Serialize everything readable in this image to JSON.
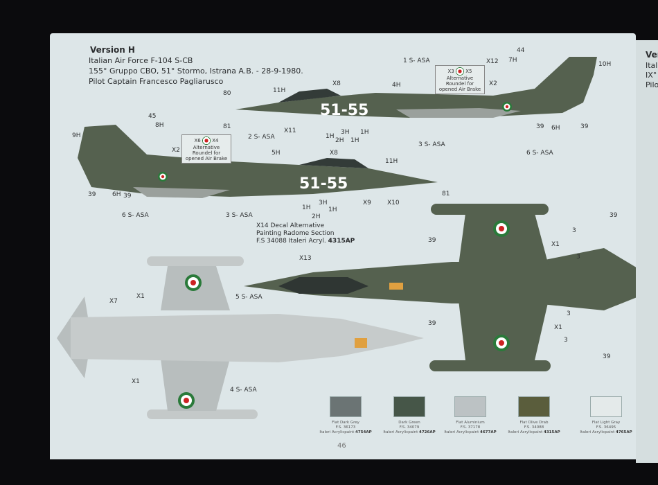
{
  "header": {
    "version": "Version H",
    "line1": "Italian Air Force F-104 S-CB",
    "line2": "155° Gruppo CBO, 51° Stormo, Istrana A.B. - 28-9-1980.",
    "line3": "Pilot Captain Francesco Pagliarusco"
  },
  "aircraft_code": "51-55",
  "alt_roundel_top": {
    "left": "X3",
    "right": "X5",
    "text": "Alternative Roundel for opened Air Brake"
  },
  "alt_roundel_side": {
    "left": "X6",
    "right": "X4",
    "text": "Alternative Roundel for opened Air Brake"
  },
  "x14_note": {
    "line1": "X14 Decal Alternative",
    "line2": "Painting Radome Section",
    "line3": "F.S 34088 Italeri Acryl.",
    "code": "4315AP"
  },
  "callouts_top": [
    "80",
    "81",
    "11H",
    "X8",
    "X11",
    "1H",
    "2H",
    "3H",
    "1H",
    "1H",
    "4H",
    "1 S- ASA",
    "3 S- ASA",
    "X12",
    "44",
    "7H",
    "10H",
    "X2",
    "39",
    "6H",
    "39",
    "6 S- ASA"
  ],
  "callouts_side": [
    "9H",
    "45",
    "8H",
    "X2",
    "39",
    "6H",
    "39",
    "6 S- ASA",
    "2 S- ASA",
    "5H",
    "3 S- ASA",
    "X8",
    "11H",
    "1H",
    "2H",
    "3H",
    "1H",
    "X9",
    "X10",
    "81"
  ],
  "callouts_bottom": [
    "X13",
    "X1",
    "X7",
    "5 S- ASA",
    "4 S- ASA",
    "X1"
  ],
  "callouts_plan": [
    "39",
    "3",
    "X1",
    "3",
    "39",
    "39",
    "3",
    "X1",
    "3",
    "39"
  ],
  "swatches": [
    {
      "name": "Flat Dark Grey",
      "fs": "F.S. 36173",
      "paint": "Italeri Acrylicpaint",
      "code": "4754AP",
      "color": "#6b7474"
    },
    {
      "name": "Dark Green",
      "fs": "F.S. 34079",
      "paint": "Italeri Acrylicpaint",
      "code": "4726AP",
      "color": "#465648"
    },
    {
      "name": "Flat Aluminium",
      "fs": "F.S. 37178",
      "paint": "Italeri Acrylicpaint",
      "code": "4677AP",
      "color": "#bcc2c4"
    },
    {
      "name": "Flat Olive Drab",
      "fs": "F.S. 34088",
      "paint": "Italeri Acrylicpaint",
      "code": "4315AP",
      "color": "#5a5d3c"
    },
    {
      "name": "Flat Light Gray",
      "fs": "F.S. 36495",
      "paint": "Italeri Acrylicpaint",
      "code": "4765AP",
      "color": "#e4eaea"
    }
  ],
  "page_number": "46",
  "next_page": {
    "l1": "Ver",
    "l2": "Itali",
    "l3": "IX°",
    "l4": "Pilo"
  }
}
